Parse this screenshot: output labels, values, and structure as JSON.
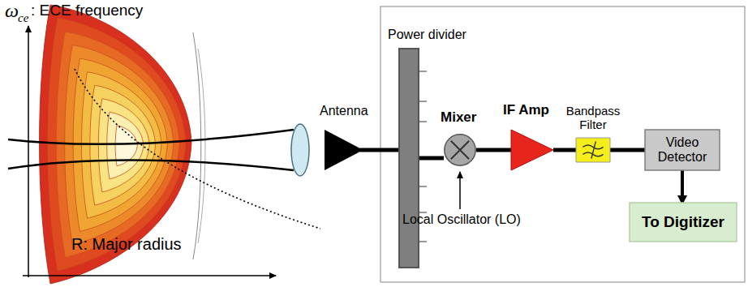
{
  "diagram": {
    "nodes": [
      {
        "text": [
          "Antenna"
        ]
      },
      {
        "text": [
          "Power divider"
        ]
      },
      {
        "text": [
          "Mixer"
        ]
      },
      {
        "text": [
          "IF Amp"
        ]
      },
      {
        "text": [
          "Bandpass Filter"
        ]
      },
      {
        "text": [
          "Video Detector"
        ]
      },
      {
        "text": [
          "To Digitizer"
        ]
      }
    ],
    "edges": [
      {
        "from": 0,
        "to": 1,
        "arrow": "none"
      },
      {
        "from": 1,
        "to": 2,
        "arrow": "none"
      },
      {
        "from": 2,
        "to": 3,
        "arrow": "none"
      },
      {
        "from": 3,
        "to": 4,
        "arrow": "none"
      },
      {
        "from": 4,
        "to": 5,
        "arrow": "none"
      },
      {
        "from": 5,
        "to": 6,
        "arrow": "to"
      }
    ],
    "labels": [
      "ω",
      "ce",
      ": ECE frequency",
      "R: Major radius",
      "Local Oscillator (LO)"
    ]
  }
}
